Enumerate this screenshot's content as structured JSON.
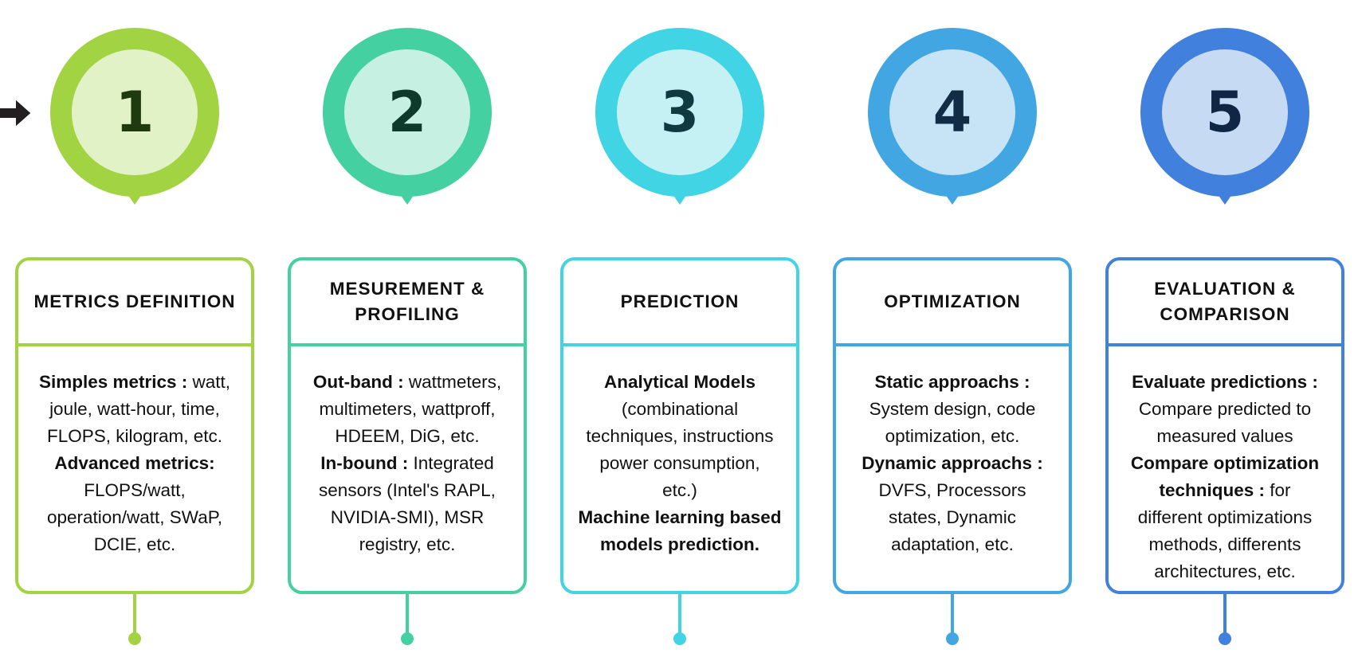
{
  "steps": [
    {
      "number": "1",
      "title": "METRICS DEFINITION",
      "colors": {
        "outer": "#A2D343",
        "inner": "#E1F2C6",
        "text": "#1E3A0E"
      },
      "body": [
        {
          "bold": "Simples metrics :",
          "text": " watt,",
          "ln": "1"
        },
        {
          "bold": "",
          "text": "joule, watt-hour, time,",
          "ln": "2"
        },
        {
          "bold": "",
          "text": "FLOPS, kilogram, etc.",
          "ln": "3"
        },
        {
          "bold": "Advanced metrics:",
          "text": "",
          "ln": "4"
        },
        {
          "bold": "",
          "text": "FLOPS/watt,",
          "ln": "5"
        },
        {
          "bold": "",
          "text": "operation/watt, SWaP,",
          "ln": "6"
        },
        {
          "bold": "",
          "text": "DCIE, etc.",
          "ln": "7"
        }
      ]
    },
    {
      "number": "2",
      "title": "MESUREMENT & PROFILING",
      "colors": {
        "outer": "#45D0A1",
        "inner": "#C6F1E2",
        "text": "#0E3A2B"
      },
      "body": [
        {
          "bold": "Out-band :",
          "text": " wattmeters,",
          "ln": "1"
        },
        {
          "bold": "",
          "text": "multimeters, wattproff,",
          "ln": "2"
        },
        {
          "bold": "",
          "text": "HDEEM, DiG, etc.",
          "ln": "3"
        },
        {
          "bold": "In-bound :",
          "text": " Integrated",
          "ln": "4"
        },
        {
          "bold": "",
          "text": "sensors (Intel's RAPL,",
          "ln": "5"
        },
        {
          "bold": "",
          "text": "NVIDIA-SMI), MSR",
          "ln": "6"
        },
        {
          "bold": "",
          "text": "registry, etc.",
          "ln": "7"
        }
      ]
    },
    {
      "number": "3",
      "title": "PREDICTION",
      "colors": {
        "outer": "#40D4E4",
        "inner": "#C6F1F4",
        "text": "#113A40"
      },
      "body": [
        {
          "bold": "Analytical Models",
          "text": "",
          "ln": "1"
        },
        {
          "bold": "",
          "text": "(combinational",
          "ln": "2"
        },
        {
          "bold": "",
          "text": "techniques, instructions",
          "ln": "3"
        },
        {
          "bold": "",
          "text": "power consumption,",
          "ln": "4"
        },
        {
          "bold": "",
          "text": "etc.)",
          "ln": "5"
        },
        {
          "bold": "Machine learning based",
          "text": "",
          "ln": "6"
        },
        {
          "bold": "models prediction.",
          "text": "",
          "ln": "7"
        }
      ]
    },
    {
      "number": "4",
      "title": "OPTIMIZATION",
      "colors": {
        "outer": "#41A6E1",
        "inner": "#C7E3F6",
        "text": "#112C44"
      },
      "body": [
        {
          "bold": "Static approachs :",
          "text": "",
          "ln": "1"
        },
        {
          "bold": "",
          "text": "System design, code",
          "ln": "2"
        },
        {
          "bold": "",
          "text": "optimization, etc.",
          "ln": "3"
        },
        {
          "bold": "Dynamic approachs :",
          "text": "",
          "ln": "4"
        },
        {
          "bold": "",
          "text": "DVFS, Processors",
          "ln": "5"
        },
        {
          "bold": "",
          "text": "states, Dynamic",
          "ln": "6"
        },
        {
          "bold": "",
          "text": "adaptation, etc.",
          "ln": "7"
        }
      ]
    },
    {
      "number": "5",
      "title": "EVALUATION & COMPARISON",
      "colors": {
        "outer": "#4180DD",
        "inner": "#C7DAF4",
        "text": "#112544"
      },
      "body": [
        {
          "bold": "Evaluate predictions :",
          "text": "",
          "ln": "1"
        },
        {
          "bold": "",
          "text": "Compare predicted to",
          "ln": "2"
        },
        {
          "bold": "",
          "text": "measured values",
          "ln": "3"
        },
        {
          "bold": "Compare optimization",
          "text": "",
          "ln": "4"
        },
        {
          "bold": "techniques :",
          "text": " for",
          "ln": "5"
        },
        {
          "bold": "",
          "text": "different optimizations",
          "ln": "6"
        },
        {
          "bold": "",
          "text": "methods, differents",
          "ln": "7"
        },
        {
          "bold": "",
          "text": "architectures, etc.",
          "ln": "8"
        }
      ]
    }
  ],
  "arrow_color": "#231F20"
}
